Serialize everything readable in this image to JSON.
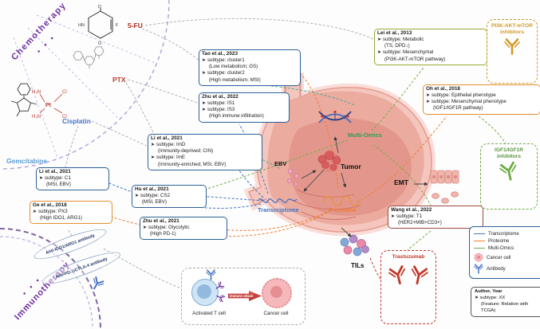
{
  "palette": {
    "transcriptome": "#4472C4",
    "proteome": "#ED7D31",
    "multi_omics": "#70AD47",
    "chemo_purple": "#7030A0",
    "pi3k_gold": "#D19A26",
    "igf_green": "#70AD47",
    "trastuzumab_red": "#C0392B",
    "study_border_blue": "#2A6099"
  },
  "chemotherapy": {
    "label": "Chemotherapy",
    "dots": "• • •",
    "drugs": {
      "fu": "5-FU",
      "ptx": "PTX",
      "cisplatin": "Cisplatin",
      "gemcitabine": "Gemcitabine"
    },
    "molecule_atoms": {
      "fu": [
        "O",
        "HN",
        "O",
        "F"
      ],
      "cisplatin": [
        "H₃N",
        "Cl",
        "Pt",
        "H₃N",
        "Cl"
      ]
    }
  },
  "immunotherapy": {
    "label": "Immunotherapy",
    "dots": "• • •",
    "antibody_idoarg": "Anti-IDO1/ARG1 antibody",
    "antibody_pdctla": "Anti-PD-1/CTLA-4 antibody"
  },
  "studies": [
    {
      "author": "Tao et al., 2023",
      "lines": [
        "➤ subtype: cluster1",
        "(Low metabolism; GS)",
        "➤ subtype: cluster2",
        "(High metabolism; MSI)"
      ]
    },
    {
      "author": "Zhu et al., 2022",
      "lines": [
        "➤ subtype: IS1",
        "➤ subtype: IS3",
        "(High immune infiltration)"
      ]
    },
    {
      "author": "Li et al., 2021",
      "lines": [
        "➤ subtype: ImD",
        "(Immunity-deprived; CIN)",
        "➤ subtype: ImE",
        "(Immunity-enriched; MSI, EBV)"
      ]
    },
    {
      "author": "Hu et al., 2021",
      "lines": [
        "➤ subtype: CS2",
        "(MSI, EBV)"
      ]
    },
    {
      "author": "Zhu et al., 2021",
      "lines": [
        "➤ subtype: Glycolytic",
        "(High PD-1)"
      ]
    },
    {
      "author": "Li et al., 2021",
      "lines": [
        "➤ subtype: C1",
        "(MSI, EBV)"
      ]
    },
    {
      "author": "Ge et al., 2018",
      "lines": [
        "➤ subtype: PX3",
        "(High IDO1, ARG1)"
      ]
    },
    {
      "author": "Lei et al., 2013",
      "lines": [
        "➤ subtype: Metabolic",
        "(TS, DPD↓)",
        "➤ subtype: Mesenchymal",
        "(PI3K-AKT-mTOR pathway)"
      ]
    },
    {
      "author": "Oh et al., 2018",
      "lines": [
        "➤ subtype: Epithelial phenotype",
        "➤ subtype: Mesenchymal phenotype",
        "(IGF1/IGF1R pathway)"
      ]
    },
    {
      "author": "Wang et al., 2022",
      "lines": [
        "➤ subtype: T1",
        "(HER2+MIB+CD3+)"
      ]
    }
  ],
  "inhibitors": {
    "pi3k": "PI3K-AKT-mTOR inhibitors",
    "igf": "IGF1/IGF1R inhibitors",
    "trastuzumab": "Trastuzumab"
  },
  "stomach": {
    "ebv": "EBV",
    "tumor": "Tumor",
    "multi_omics": "Multi-Omics",
    "transcriptome": "Transcriptome",
    "proteome": "Proteome",
    "emt": "EMT",
    "tils": "TILs"
  },
  "tcell_panel": {
    "activated": "Activated T cell",
    "attack": "Immune attack",
    "cancer": "Cancer cell"
  },
  "legend": {
    "items": [
      {
        "label": "Transcriptome",
        "type": "line",
        "color": "#4472C4"
      },
      {
        "label": "Proteome",
        "type": "line",
        "color": "#ED7D31"
      },
      {
        "label": "Multi-Omics",
        "type": "line",
        "color": "#70AD47"
      },
      {
        "label": "Cancer cell",
        "type": "cell"
      },
      {
        "label": "Antibody",
        "type": "antibody"
      }
    ]
  },
  "key": {
    "author": "Author,  Year",
    "subtype": "➤ subtype:  XX",
    "feature": "(Feature; Relation with TCGA)"
  }
}
